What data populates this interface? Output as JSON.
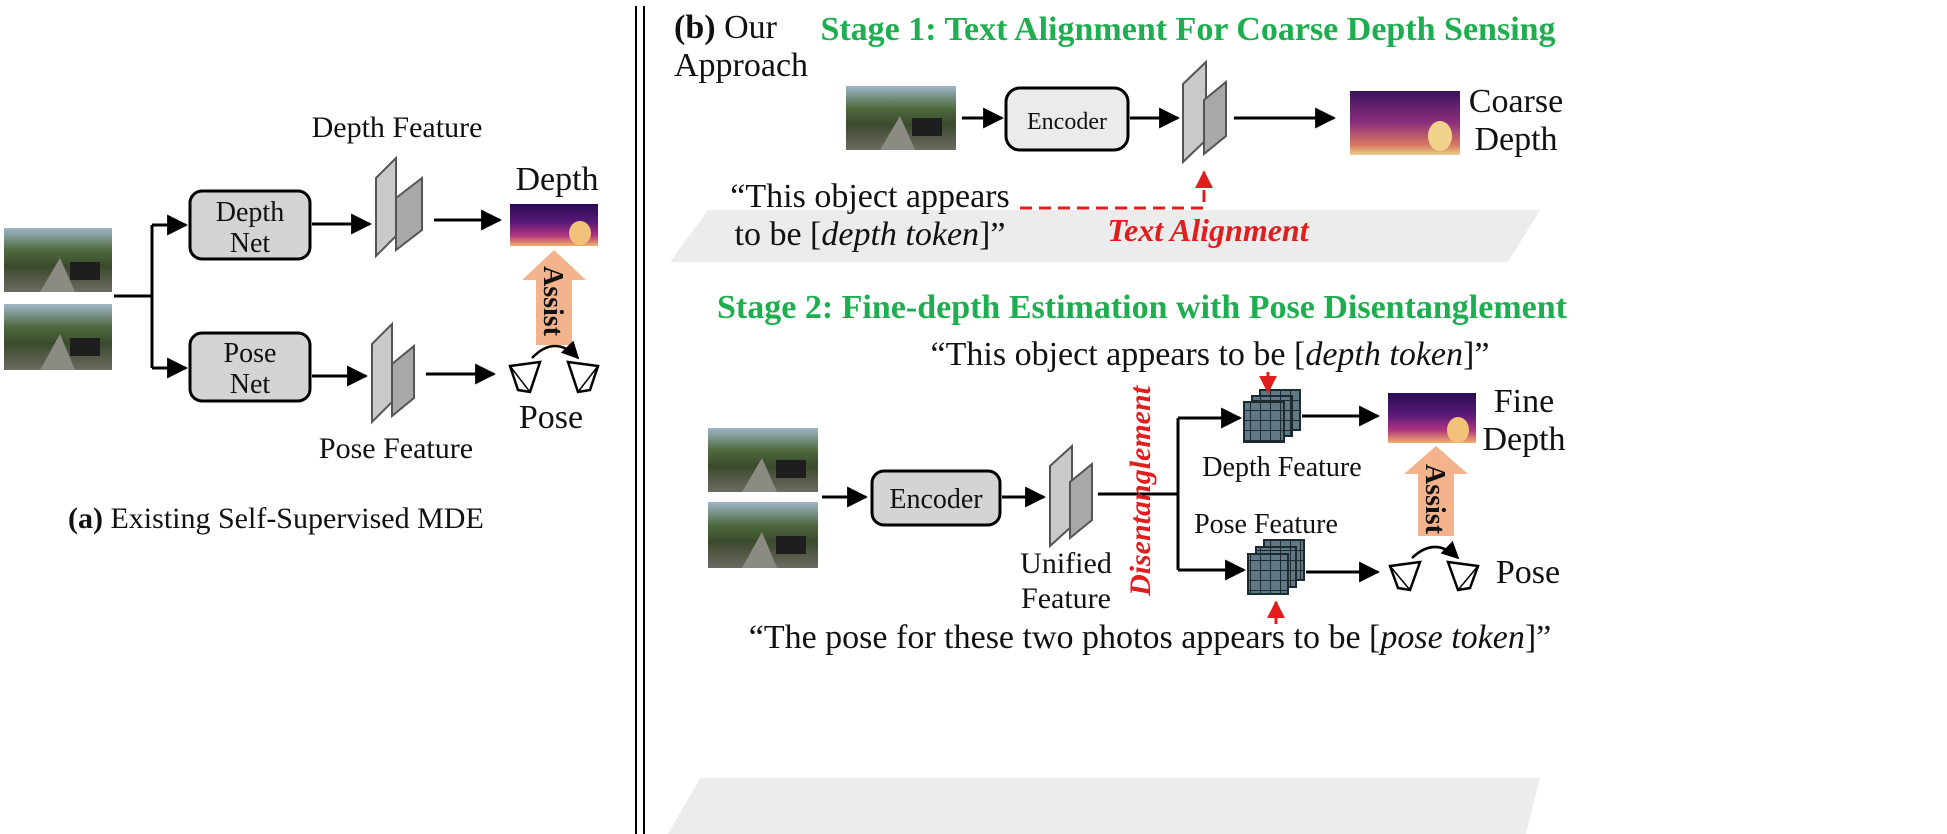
{
  "colors": {
    "stage_title": "#1fae4f",
    "alignment_red": "#e11d1d",
    "net_box_fill": "#d4d4d4",
    "assist_arrow": "#f3b48d",
    "text_band": "#ececec",
    "grid_fill": "#5a6f7a"
  },
  "panel_a": {
    "caption_label": "(a)",
    "caption_text": "Existing Self-Supervised MDE",
    "depth_net_line1": "Depth",
    "depth_net_line2": "Net",
    "pose_net_line1": "Pose",
    "pose_net_line2": "Net",
    "depth_feature_label": "Depth Feature",
    "pose_feature_label": "Pose Feature",
    "depth_label": "Depth",
    "pose_label": "Pose",
    "assist_label": "Assist"
  },
  "panel_b": {
    "label_bold": "(b)",
    "label_line1": "Our",
    "label_line2": "Approach",
    "stage1_title": "Stage 1: Text Alignment For Coarse Depth Sensing",
    "encoder1_label": "Encoder",
    "coarse_line1": "Coarse",
    "coarse_line2": "Depth",
    "prompt1_line1": "“This object appears",
    "prompt1_line2_pre": "to be [",
    "prompt1_line2_token": "depth token",
    "prompt1_line2_post": "]”",
    "text_alignment_label": "Text Alignment",
    "stage2_title": "Stage 2: Fine-depth Estimation with Pose Disentanglement",
    "prompt2_pre": "“This object appears to be [",
    "prompt2_token": "depth token",
    "prompt2_post": "]”",
    "encoder2_label": "Encoder",
    "unified_line1": "Unified",
    "unified_line2": "Feature",
    "disentanglement_label": "Disentanglement",
    "depth_feature_label": "Depth Feature",
    "pose_feature_label": "Pose Feature",
    "fine_line1": "Fine",
    "fine_line2": "Depth",
    "pose_label": "Pose",
    "assist_label": "Assist",
    "prompt3_pre": "“The pose for these two photos appears to be [",
    "prompt3_token": "pose token",
    "prompt3_post": "]”"
  }
}
